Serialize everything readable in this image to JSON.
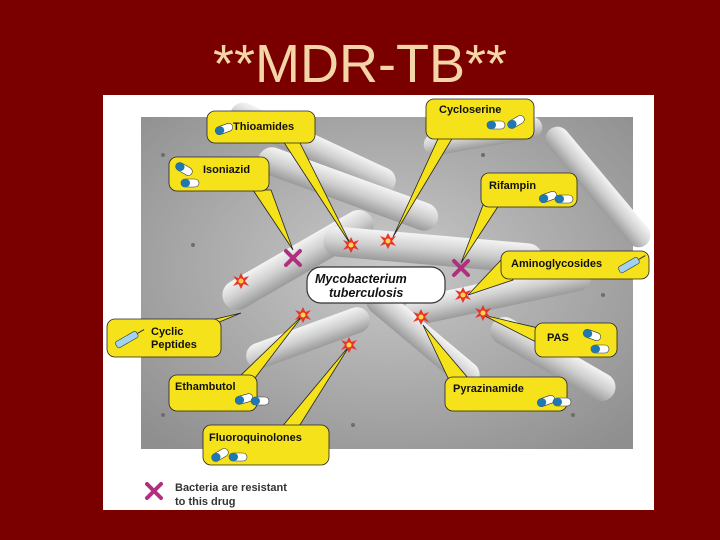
{
  "slide": {
    "title": "**MDR-TB**"
  },
  "diagram": {
    "center_label": [
      "Mycobacterium",
      "tuberculosis"
    ],
    "drugs": {
      "thioamides": "Thioamides",
      "cycloserine": "Cycloserine",
      "isoniazid": "Isoniazid",
      "rifampin": "Rifampin",
      "aminoglycosides": "Aminoglycosides",
      "cyclic_peptides": [
        "Cyclic",
        "Peptides"
      ],
      "pas": "PAS",
      "ethambutol": "Ethambutol",
      "pyrazinamide": "Pyrazinamide",
      "fluoroquinolones": "Fluoroquinolones"
    },
    "legend": [
      "Bacteria are resistant",
      "to this drug"
    ]
  },
  "colors": {
    "background": "#7a0000",
    "title": "#f3d5a8",
    "callout": "#f5e21a",
    "resistance_mark": "#b0307f"
  }
}
